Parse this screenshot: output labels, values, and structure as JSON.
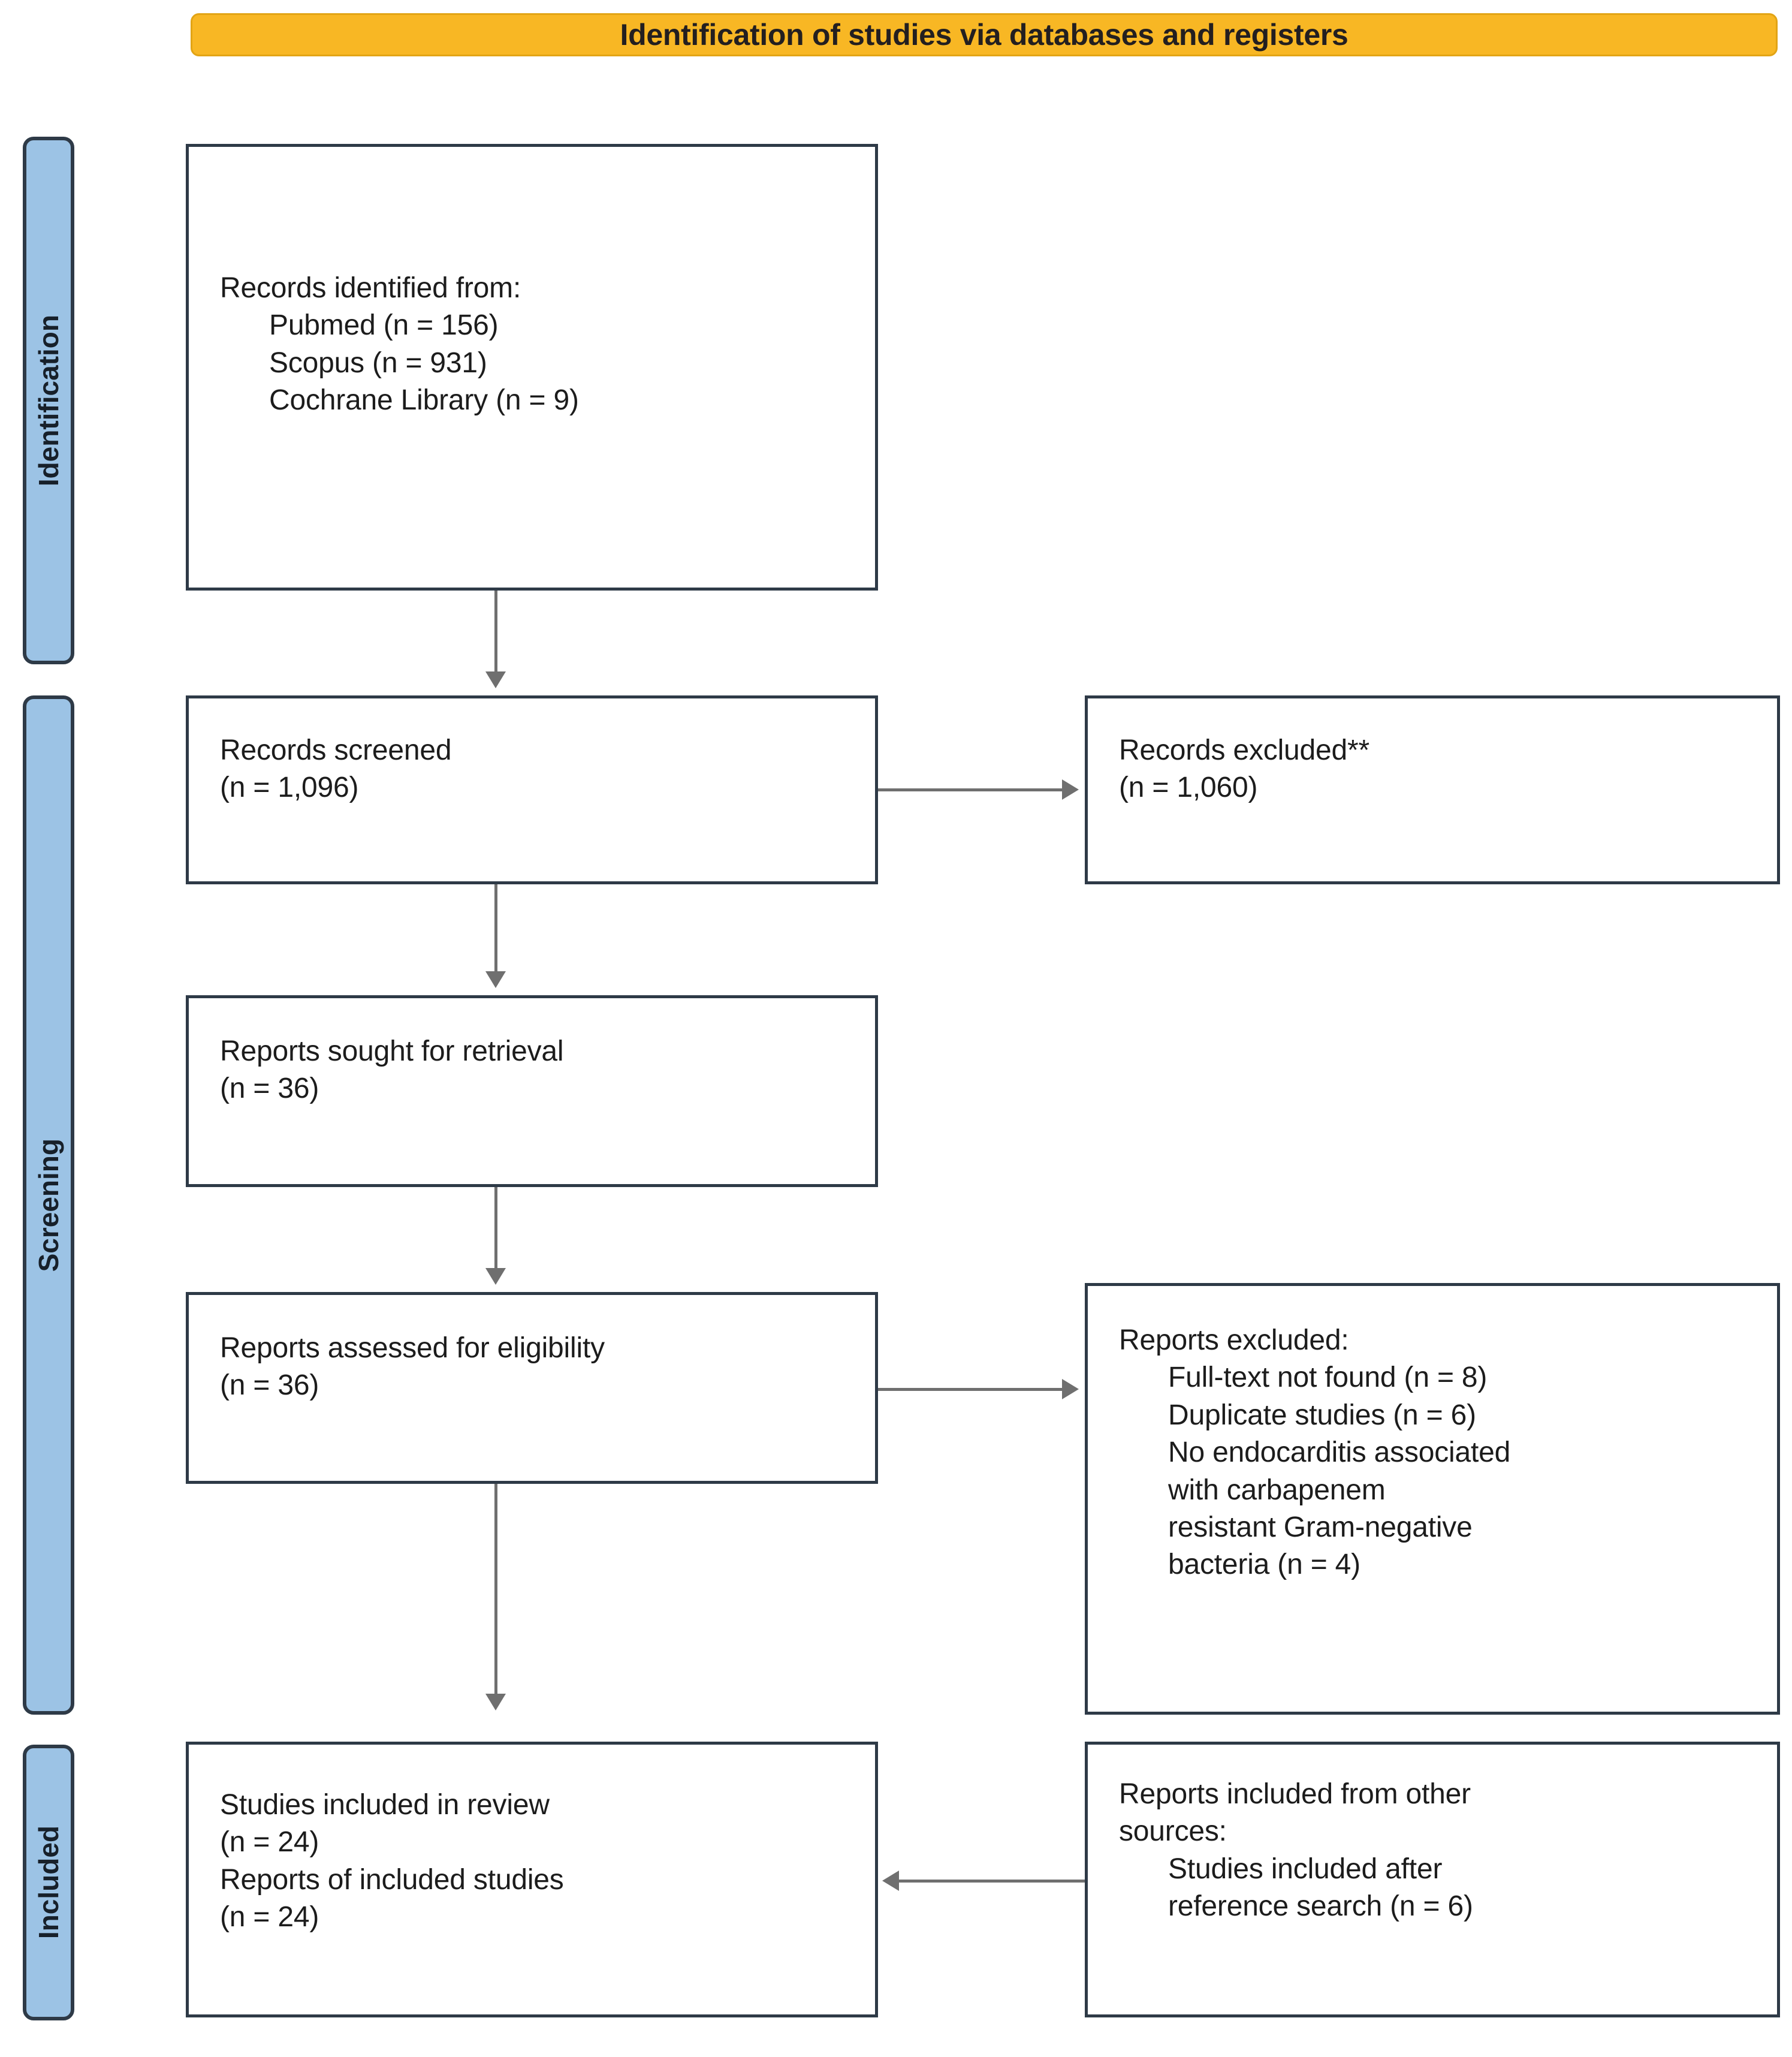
{
  "header": {
    "title": "Identification of studies via databases and registers",
    "bg_color": "#F8B724"
  },
  "phases": [
    {
      "key": "identification",
      "label": "Identification",
      "color": "#9CC3E5"
    },
    {
      "key": "screening",
      "label": "Screening",
      "color": "#9CC3E5"
    },
    {
      "key": "included",
      "label": "Included",
      "color": "#9CC3E5"
    }
  ],
  "boxes": {
    "identified": {
      "heading": "Records identified from:",
      "items": [
        "Pubmed (n = 156)",
        "Scopus (n = 931)",
        "Cochrane Library (n = 9)"
      ],
      "text": "Records identified from:"
    },
    "screened": {
      "line1": "Records screened",
      "line2": "(n = 1,096)"
    },
    "records_excluded": {
      "line1": "Records excluded**",
      "line2": "(n = 1,060)"
    },
    "sought": {
      "line1": "Reports sought for retrieval",
      "line2": "(n = 36)"
    },
    "assessed": {
      "line1": "Reports assessed for eligibility",
      "line2": "(n = 36)"
    },
    "reports_excluded": {
      "heading": "Reports excluded:",
      "items": [
        "Full-text not found (n = 8)",
        "Duplicate studies (n = 6)",
        "No endocarditis associated",
        "with carbapenem",
        "resistant Gram-negative",
        "bacteria (n = 4)"
      ]
    },
    "included": {
      "line1": "Studies included in review",
      "line2": "(n = 24)",
      "line3": "Reports of included studies",
      "line4": "(n = 24)"
    },
    "other_sources": {
      "heading_line1": "Reports included from other",
      "heading_line2": "sources:",
      "item_line1": "Studies included after",
      "item_line2": "reference search (n = 6)"
    }
  },
  "colors": {
    "header_orange": "#F8B724",
    "phase_blue": "#9CC3E5",
    "box_border": "#2E3A47",
    "arrow_gray": "#6F6F6F",
    "text": "#1C1C1C"
  }
}
